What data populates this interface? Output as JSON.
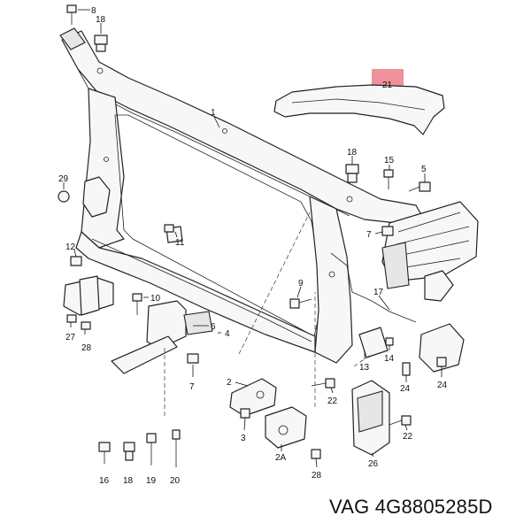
{
  "part_number": "VAG 4G8805285D",
  "highlight_color": "#f0909a",
  "callouts": {
    "c8": "8",
    "c18a": "18",
    "c21": "21",
    "c1": "1",
    "c18b": "18",
    "c15a": "15",
    "c5": "5",
    "c29": "29",
    "c7a": "7",
    "c12": "12",
    "c11": "11",
    "c9": "9",
    "c17": "17",
    "c10": "10",
    "c6": "6",
    "c4": "4",
    "c27": "27",
    "c28a": "28",
    "c13": "13",
    "c14": "14",
    "c24a": "24",
    "c24b": "24",
    "c7b": "7",
    "c2": "2",
    "c22a": "22",
    "c3": "3",
    "c22b": "22",
    "c2A": "2A",
    "c26": "26",
    "c28b": "28",
    "c16": "16",
    "c18c": "18",
    "c19": "19",
    "c20": "20"
  }
}
